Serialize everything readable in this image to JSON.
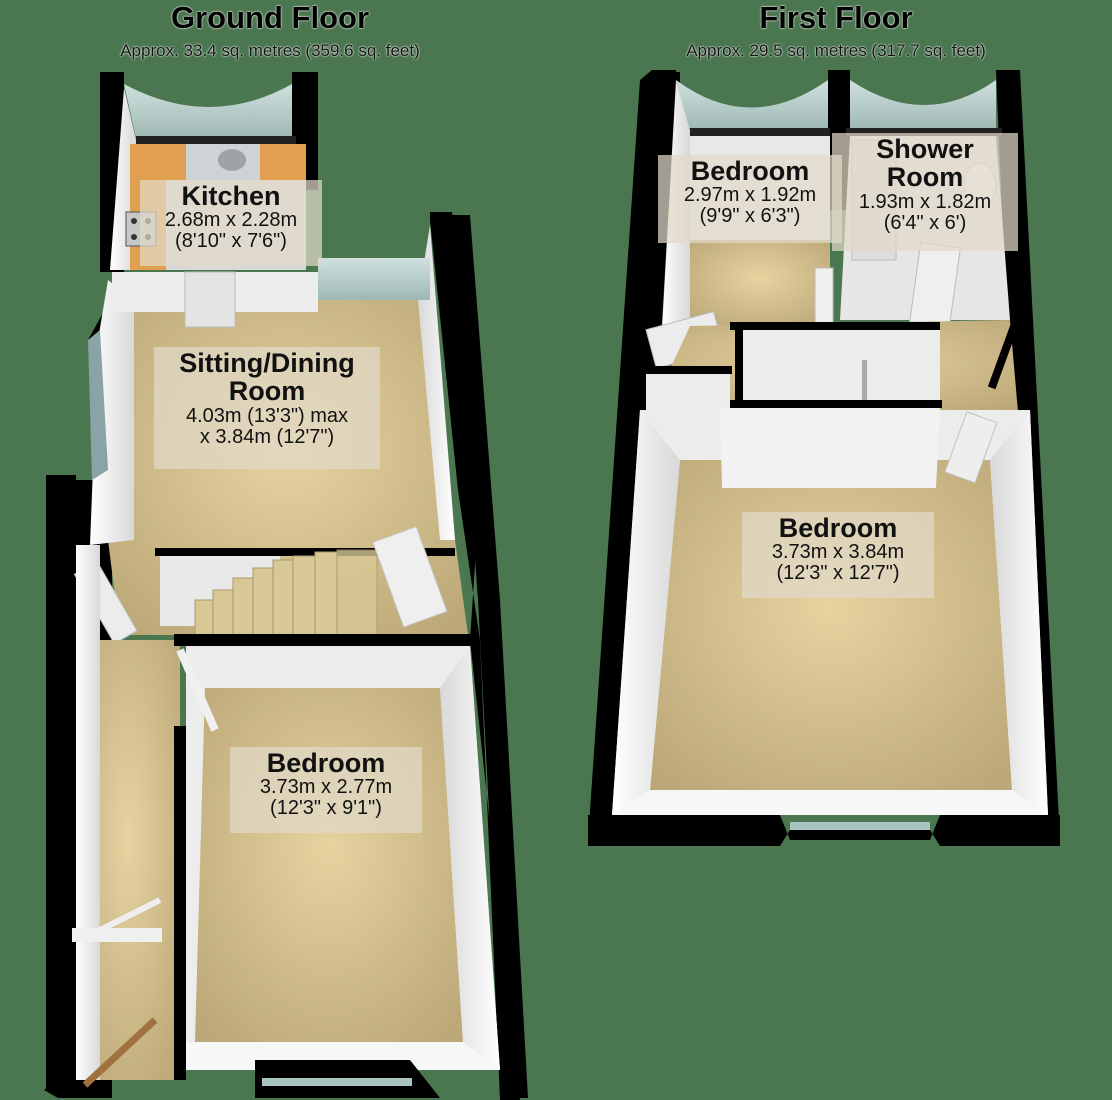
{
  "colors": {
    "background": "#4a7650",
    "wall": "#000000",
    "wall_face": "#f2f2f2",
    "carpet": "#cbb98a",
    "kitchen_counter": "#e0a050",
    "window_glass": "#b9d3d0",
    "label_bg": "#e1dac8"
  },
  "floors": [
    {
      "title": "Ground Floor",
      "area": "Approx. 33.4 sq. metres (359.6 sq. feet)",
      "rooms": [
        {
          "name": "Kitchen",
          "dims_metric": "2.68m x 2.28m",
          "dims_imperial": "(8'10\" x 7'6\")"
        },
        {
          "name": "Sitting/Dining",
          "name_line2": "Room",
          "dims_metric": "4.03m (13'3\") max",
          "dims_imperial": "x 3.84m (12'7\")"
        },
        {
          "name": "Bedroom",
          "dims_metric": "3.73m x 2.77m",
          "dims_imperial": "(12'3\" x 9'1\")"
        }
      ]
    },
    {
      "title": "First Floor",
      "area": "Approx. 29.5 sq. metres (317.7 sq. feet)",
      "rooms": [
        {
          "name": "Bedroom",
          "dims_metric": "2.97m x 1.92m",
          "dims_imperial": "(9'9\" x 6'3\")"
        },
        {
          "name": "Shower",
          "name_line2": "Room",
          "dims_metric": "1.93m x 1.82m",
          "dims_imperial": "(6'4\" x 6')"
        },
        {
          "name": "Bedroom",
          "dims_metric": "3.73m x 3.84m",
          "dims_imperial": "(12'3\" x 12'7\")"
        }
      ]
    }
  ]
}
